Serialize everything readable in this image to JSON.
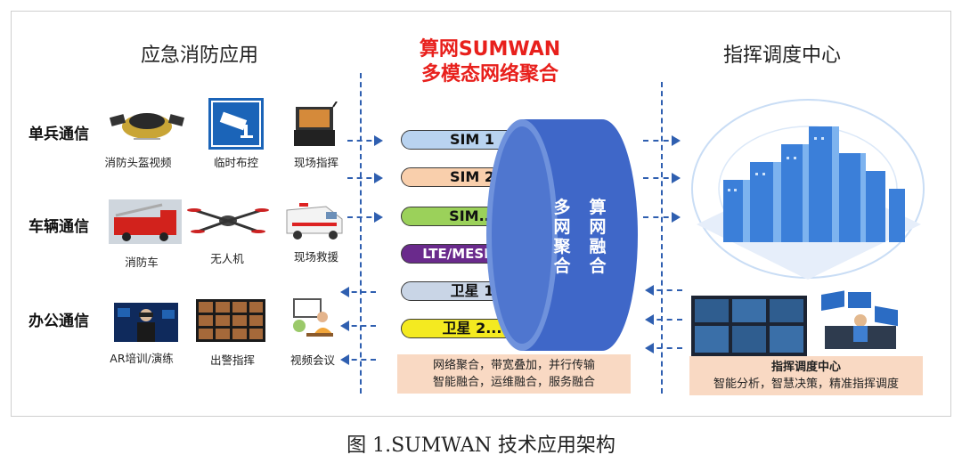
{
  "left_title": "应急消防应用",
  "center_title_line1": "算网SUMWAN",
  "center_title_line2": "多模态网络聚合",
  "right_title": "指挥调度中心",
  "rows": [
    {
      "label": "单兵通信",
      "items": [
        "消防头盔视频",
        "临时布控",
        "现场指挥"
      ]
    },
    {
      "label": "车辆通信",
      "items": [
        "消防车",
        "无人机",
        "现场救援"
      ]
    },
    {
      "label": "办公通信",
      "items": [
        "AR培训/演练",
        "出警指挥",
        "视频会议"
      ]
    }
  ],
  "links": [
    "SIM 1",
    "SIM 2",
    "SIM...",
    "LTE/MESH专网",
    "卫星 1",
    "卫星 2..."
  ],
  "cylinder_label_1": "多网聚合",
  "cylinder_label_2": "算网融合",
  "center_note_line1": "网络聚合，带宽叠加，并行传输",
  "center_note_line2": "智能融合，运维融合，服务融合",
  "right_note_title": "指挥调度中心",
  "right_note_line": "智能分析，智慧决策，精准指挥调度",
  "figure_caption": "图 1.SUMWAN 技术应用架构",
  "colors": {
    "sim_blue": "#b9d3f0",
    "sim_orange": "#f9cfac",
    "sim_green": "#9bd15a",
    "lte_purple": "#6a2a8c",
    "sat_gray": "#c9d5e6",
    "sat_yellow": "#f4ea20",
    "cylinder": "#3f67c8",
    "arrow": "#2f5fb0"
  }
}
